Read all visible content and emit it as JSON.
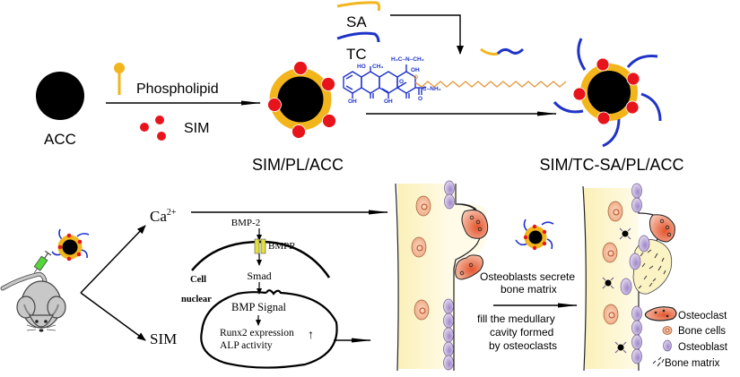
{
  "top": {
    "acc_label": "ACC",
    "phospholipid_label": "Phospholipid",
    "sim_label": "SIM",
    "sim_pl_acc_label": "SIM/PL/ACC",
    "sa_label": "SA",
    "tc_label": "TC",
    "final_label": "SIM/TC-SA/PL/ACC",
    "tc_structure": {
      "h3c_n_ch3": "H₃C–N–CH₃",
      "ho": "HO",
      "ch3": "CH₃",
      "oh_top": "OH",
      "o": "O",
      "o_minus": "O",
      "conh2": "C–NH₂",
      "oh_left": "OH",
      "oh_mid": "OH",
      "o_bottom": "O"
    }
  },
  "bottom": {
    "ca_label": "Ca",
    "ca_superscript": "2+",
    "sim_label": "SIM",
    "bmp2_label": "BMP-2",
    "bmpr_label": "BMPR",
    "cell_label": "Cell",
    "smad_label": "Smad",
    "nuclear_label": "nuclear",
    "bmp_signal_label": "BMP Signal",
    "runx2_label": "Runx2 expression",
    "alp_label": "ALP activity",
    "up_arrow": "↑",
    "osteoblasts_text_1": "Osteoblasts secrete",
    "osteoblasts_text_2": "bone  matrix",
    "fill_text_1": "fill the medullary",
    "fill_text_2": "cavity formed",
    "fill_text_3": "by osteoclasts"
  },
  "legend": {
    "items": [
      {
        "label": "Osteoclast",
        "icon": "osteoclast-icon"
      },
      {
        "label": "Bone cells",
        "icon": "bone-cell-icon"
      },
      {
        "label": "Osteoblast",
        "icon": "osteoblast-icon"
      },
      {
        "label": "Bone matrix",
        "icon": "bone-matrix-icon"
      }
    ]
  },
  "colors": {
    "core": "#000000",
    "phospholipid": "#f2b51c",
    "sim_drug": "#e8141c",
    "tc_chain": "#1f33c9",
    "sa_chain": "#f2b51c",
    "stearic_zigzag": "#e59a3f",
    "bone": "#fbf3c4",
    "osteoclast": "#e8734f",
    "bone_cell": "#f3b99a",
    "osteoblast": "#b8a5d6",
    "bmpr": "#e4e03a",
    "syringe": "#55d63a",
    "mouse": "#c8c8c8"
  }
}
